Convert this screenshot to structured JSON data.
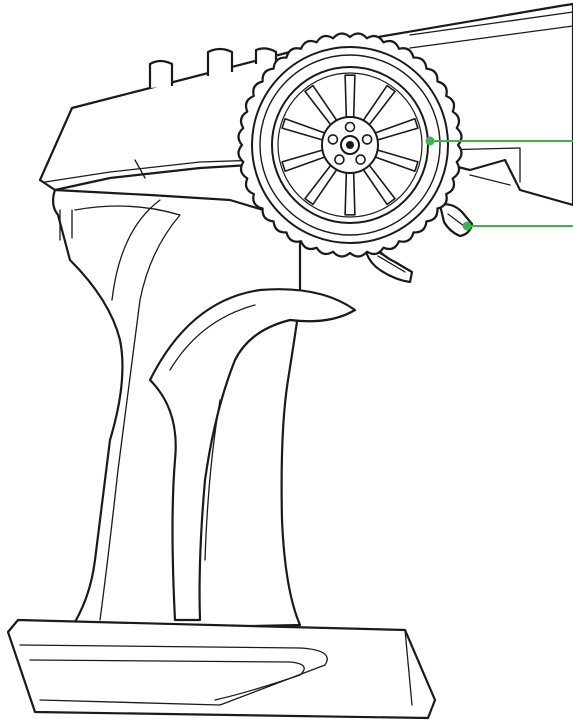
{
  "figure": {
    "subject": "radio-transmitter-line-drawing",
    "callouts": [
      {
        "target": "steering-wheel",
        "label": ""
      },
      {
        "target": "throttle-trigger",
        "label": ""
      }
    ],
    "colors": {
      "line": "#1a1a1a",
      "callout": "#3cb44b",
      "background": "#ffffff"
    }
  }
}
